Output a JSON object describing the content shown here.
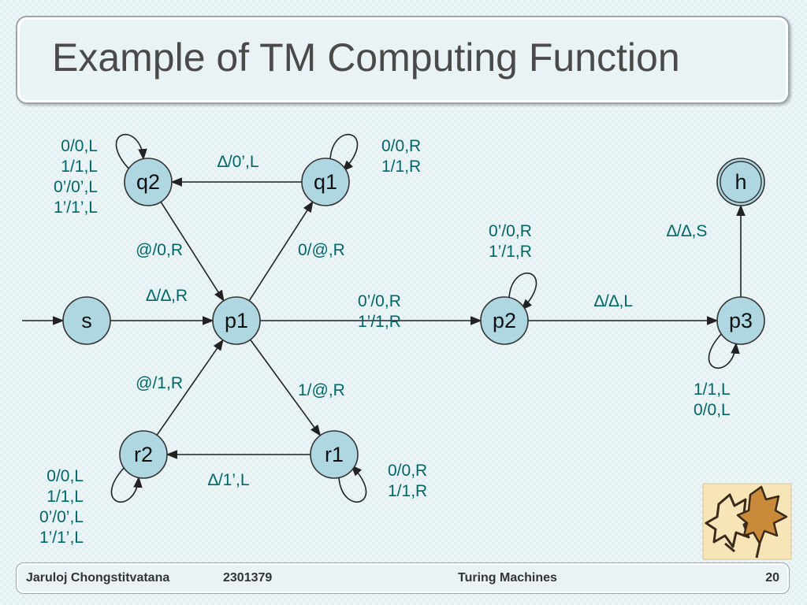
{
  "title": "Example of TM Computing Function",
  "footer": {
    "author": "Jaruloj Chongstitvatana",
    "code": "2301379",
    "topic": "Turing Machines",
    "page": "20"
  },
  "colors": {
    "state_fill": "#aed7e2",
    "state_stroke": "#333333",
    "label_color": "#006666",
    "edge_color": "#222222"
  },
  "states": [
    {
      "id": "s",
      "label": "s",
      "accepting": false,
      "start": true
    },
    {
      "id": "p1",
      "label": "p1",
      "accepting": false,
      "start": false
    },
    {
      "id": "q2",
      "label": "q2",
      "accepting": false,
      "start": false
    },
    {
      "id": "q1",
      "label": "q1",
      "accepting": false,
      "start": false
    },
    {
      "id": "p2",
      "label": "p2",
      "accepting": false,
      "start": false
    },
    {
      "id": "p3",
      "label": "p3",
      "accepting": false,
      "start": false
    },
    {
      "id": "h",
      "label": "h",
      "accepting": true,
      "start": false
    },
    {
      "id": "r2",
      "label": "r2",
      "accepting": false,
      "start": false
    },
    {
      "id": "r1",
      "label": "r1",
      "accepting": false,
      "start": false
    }
  ],
  "transitions": [
    {
      "from": "s",
      "to": "p1",
      "label": [
        "∆/∆,R"
      ]
    },
    {
      "from": "p1",
      "to": "q1",
      "label": [
        "0/@,R"
      ]
    },
    {
      "from": "q1",
      "to": "q1",
      "label": [
        "0/0,R",
        "1/1,R"
      ]
    },
    {
      "from": "q1",
      "to": "q2",
      "label": [
        "∆/0’,L"
      ]
    },
    {
      "from": "q2",
      "to": "q2",
      "label": [
        "0/0,L",
        "1/1,L",
        "0’/0’,L",
        "1’/1’,L"
      ]
    },
    {
      "from": "q2",
      "to": "p1",
      "label": [
        "@/0,R"
      ]
    },
    {
      "from": "p1",
      "to": "r1",
      "label": [
        "1/@,R"
      ]
    },
    {
      "from": "r1",
      "to": "r1",
      "label": [
        "0/0,R",
        "1/1,R"
      ]
    },
    {
      "from": "r1",
      "to": "r2",
      "label": [
        "∆/1’,L"
      ]
    },
    {
      "from": "r2",
      "to": "r2",
      "label": [
        "0/0,L",
        "1/1,L",
        "0’/0’,L",
        "1’/1’,L"
      ]
    },
    {
      "from": "r2",
      "to": "p1",
      "label": [
        "@/1,R"
      ]
    },
    {
      "from": "p1",
      "to": "p2",
      "label": [
        "0’/0,R",
        "1’/1,R"
      ]
    },
    {
      "from": "p2",
      "to": "p2",
      "label": [
        "0’/0,R",
        "1’/1,R"
      ]
    },
    {
      "from": "p2",
      "to": "p3",
      "label": [
        "∆/∆,L"
      ]
    },
    {
      "from": "p3",
      "to": "p3",
      "label": [
        "1/1,L",
        "0/0,L"
      ]
    },
    {
      "from": "p3",
      "to": "h",
      "label": [
        "∆/∆,S"
      ]
    }
  ],
  "decoration": "maple-leaf-clipart"
}
